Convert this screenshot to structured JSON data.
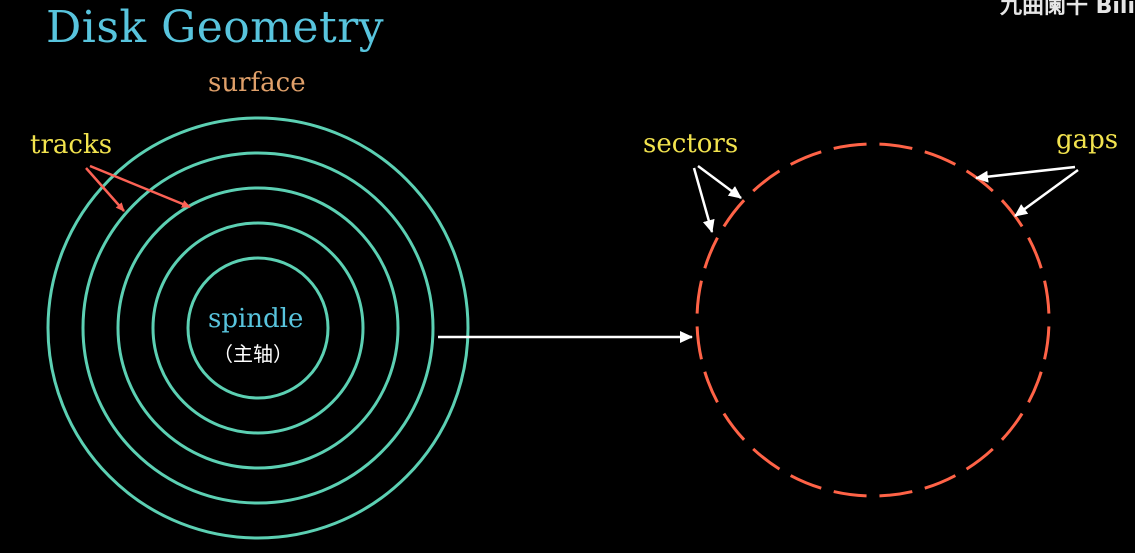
{
  "title": "Disk Geometry",
  "watermark": "九曲阑干 Bili",
  "labels": {
    "surface": "surface",
    "tracks": "tracks",
    "spindle": "spindle",
    "spindle_cn": "（主轴）",
    "sectors": "sectors",
    "gaps": "gaps"
  },
  "colors": {
    "background": "#000000",
    "title": "#58c4dd",
    "tracks_circles": "#5cd0b3",
    "sector_dashes": "#ff6347",
    "track_arrows": "#fc6255",
    "white_arrows": "#ffffff",
    "surface_label": "#e0a06a",
    "annotation_labels": "#f2e34e",
    "spindle_label": "#58c4dd"
  },
  "diagram": {
    "track_count": 5,
    "sector_count": 24
  }
}
